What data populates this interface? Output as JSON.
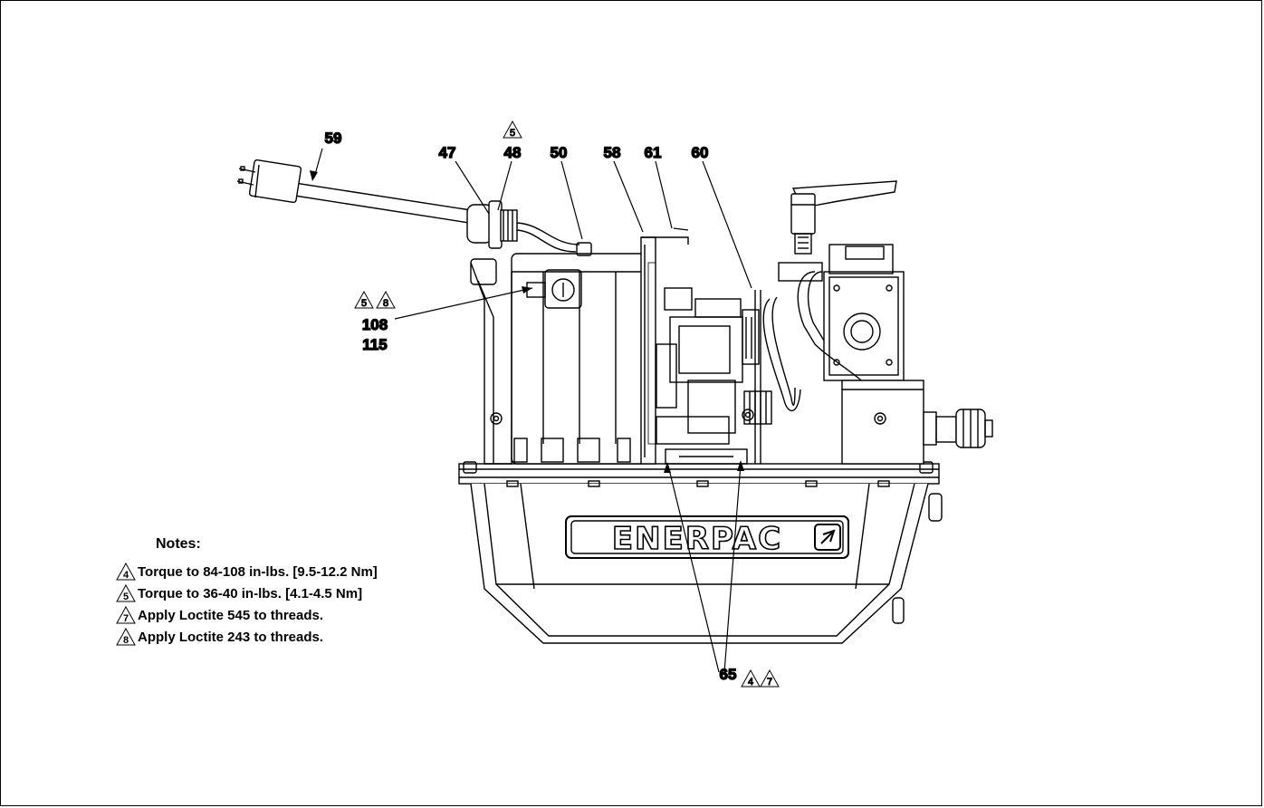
{
  "frame_border_color": "#000000",
  "callouts": {
    "c59": "59",
    "c47": "47",
    "c48": "48",
    "c50": "50",
    "c58": "58",
    "c61": "61",
    "c60": "60",
    "c108": "108",
    "c115": "115",
    "c65": "65"
  },
  "flags": {
    "f48": "5",
    "f108a": "5",
    "f108b": "8",
    "f65a": "4",
    "f65b": "7"
  },
  "brand_logo": "ENERPAC",
  "notes": {
    "title": "Notes:",
    "items": [
      {
        "flag": "4",
        "text": "Torque to 84-108 in-lbs. [9.5-12.2 Nm]"
      },
      {
        "flag": "5",
        "text": "Torque to 36-40 in-lbs. [4.1-4.5 Nm]"
      },
      {
        "flag": "7",
        "text": "Apply Loctite 545 to threads."
      },
      {
        "flag": "8",
        "text": "Apply Loctite 243 to threads."
      }
    ]
  }
}
